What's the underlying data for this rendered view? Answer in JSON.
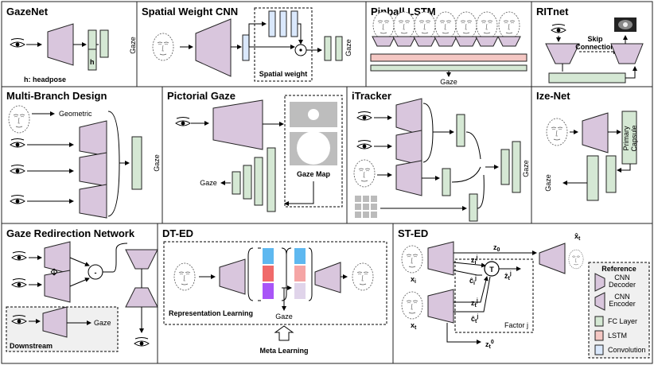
{
  "panels": {
    "gazenet": {
      "title": "GazeNet",
      "h": "h",
      "note": "h: headpose",
      "output": "Gaze"
    },
    "swcnn": {
      "title": "Spatial Weight CNN",
      "inner": "Spatial weight",
      "output": "Gaze"
    },
    "pinball": {
      "title": "Pinball LSTM",
      "output": "Gaze"
    },
    "ritnet": {
      "title": "RITnet",
      "skip": "Skip\nConnection"
    },
    "multibranch": {
      "title": "Multi-Branch Design",
      "geometric": "Geometric",
      "output": "Gaze"
    },
    "pictorial": {
      "title": "Pictorial Gaze",
      "map": "Gaze Map",
      "output": "Gaze"
    },
    "itracker": {
      "title": "iTracker",
      "output": "Gaze"
    },
    "izenet": {
      "title": "Ize-Net",
      "capsule": "Primary\nCapsule",
      "output": "Gaze"
    },
    "redirect": {
      "title": "Gaze Redirection Network",
      "minus": "-",
      "downstream": "Downstream",
      "output": "Gaze"
    },
    "dted": {
      "title": "DT-ED",
      "repr": "Representation Learning",
      "output": "Gaze",
      "meta": "Meta Learning"
    },
    "sted": {
      "title": "ST-ED",
      "z0": "z",
      "z0sub": "0",
      "xi": "x",
      "xisub": "i",
      "xt": "x",
      "xtsub": "t",
      "T": "T",
      "factor": "Factor j",
      "zt0": "z",
      "zt0sub": "t",
      "zt0sup": "0",
      "xhat": "x̂",
      "xhatsub": "t"
    }
  },
  "legend": {
    "title": "Reference",
    "items": [
      {
        "label": "CNN\nDecoder"
      },
      {
        "label": "CNN\nEncoder"
      },
      {
        "label": "FC Layer"
      },
      {
        "label": "LSTM"
      },
      {
        "label": "Convolution"
      }
    ]
  },
  "colors": {
    "cnn": "#d9c6dd",
    "fc": "#d5e8d4",
    "lstm": "#f4c7c3",
    "conv": "#dae8fc",
    "map_gray": "#bdbdbd",
    "meta_blue": "#5eb8f0",
    "meta_red": "#f06a6a",
    "meta_purple": "#a855f7",
    "meta_pink": "#f5a5a5",
    "meta_lav": "#e0d4ea"
  }
}
